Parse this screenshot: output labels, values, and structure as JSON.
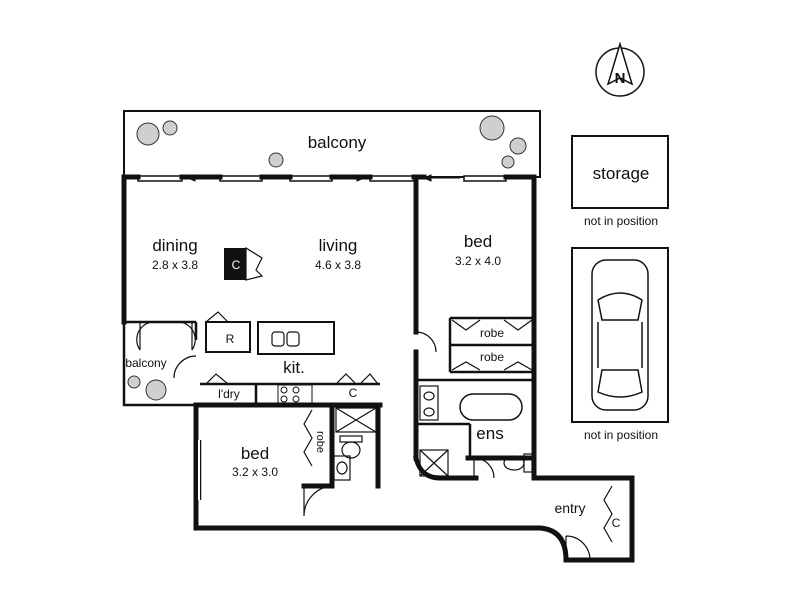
{
  "rooms": {
    "balcony_top": "balcony",
    "dining": "dining",
    "dining_dim": "2.8 x 3.8",
    "living": "living",
    "living_dim": "4.6 x 3.8",
    "bed1": "bed",
    "bed1_dim": "3.2 x 4.0",
    "bed2": "bed",
    "bed2_dim": "3.2 x 3.0",
    "balcony_side": "balcony",
    "kitchen": "kit.",
    "laundry": "l'dry",
    "ensuite": "ens",
    "entry": "entry",
    "robe_upper": "robe",
    "robe_lower": "robe",
    "robe_bed2": "robe"
  },
  "fixtures": {
    "cupboard_living": "C",
    "cupboard_kitchen": "C",
    "cupboard_entry": "C",
    "fridge": "R"
  },
  "side": {
    "storage": "storage",
    "storage_note": "not in position",
    "carpark_note": "not in position"
  },
  "compass": {
    "letter": "N"
  }
}
